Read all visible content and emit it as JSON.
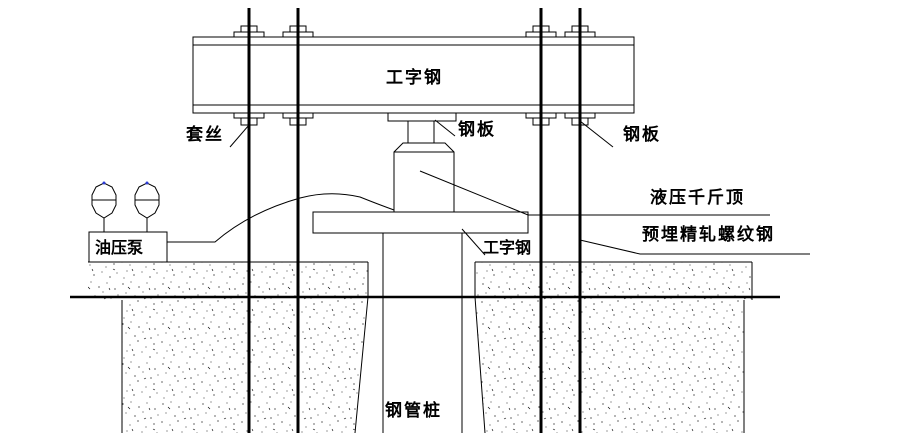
{
  "labels": {
    "i_beam_top": "工字钢",
    "nut_sleeve": "套丝",
    "steel_plate_center": "钢板",
    "steel_plate_right": "钢板",
    "hydraulic_jack": "液压千斤顶",
    "embedded_rebar": "预埋精轧螺纹钢",
    "oil_pump": "油压泵",
    "i_beam_lower": "工字钢",
    "steel_pipe_pile": "钢管桩"
  },
  "colors": {
    "line": "#000000",
    "background": "#ffffff",
    "gauge_dot": "#2a3bd6"
  }
}
